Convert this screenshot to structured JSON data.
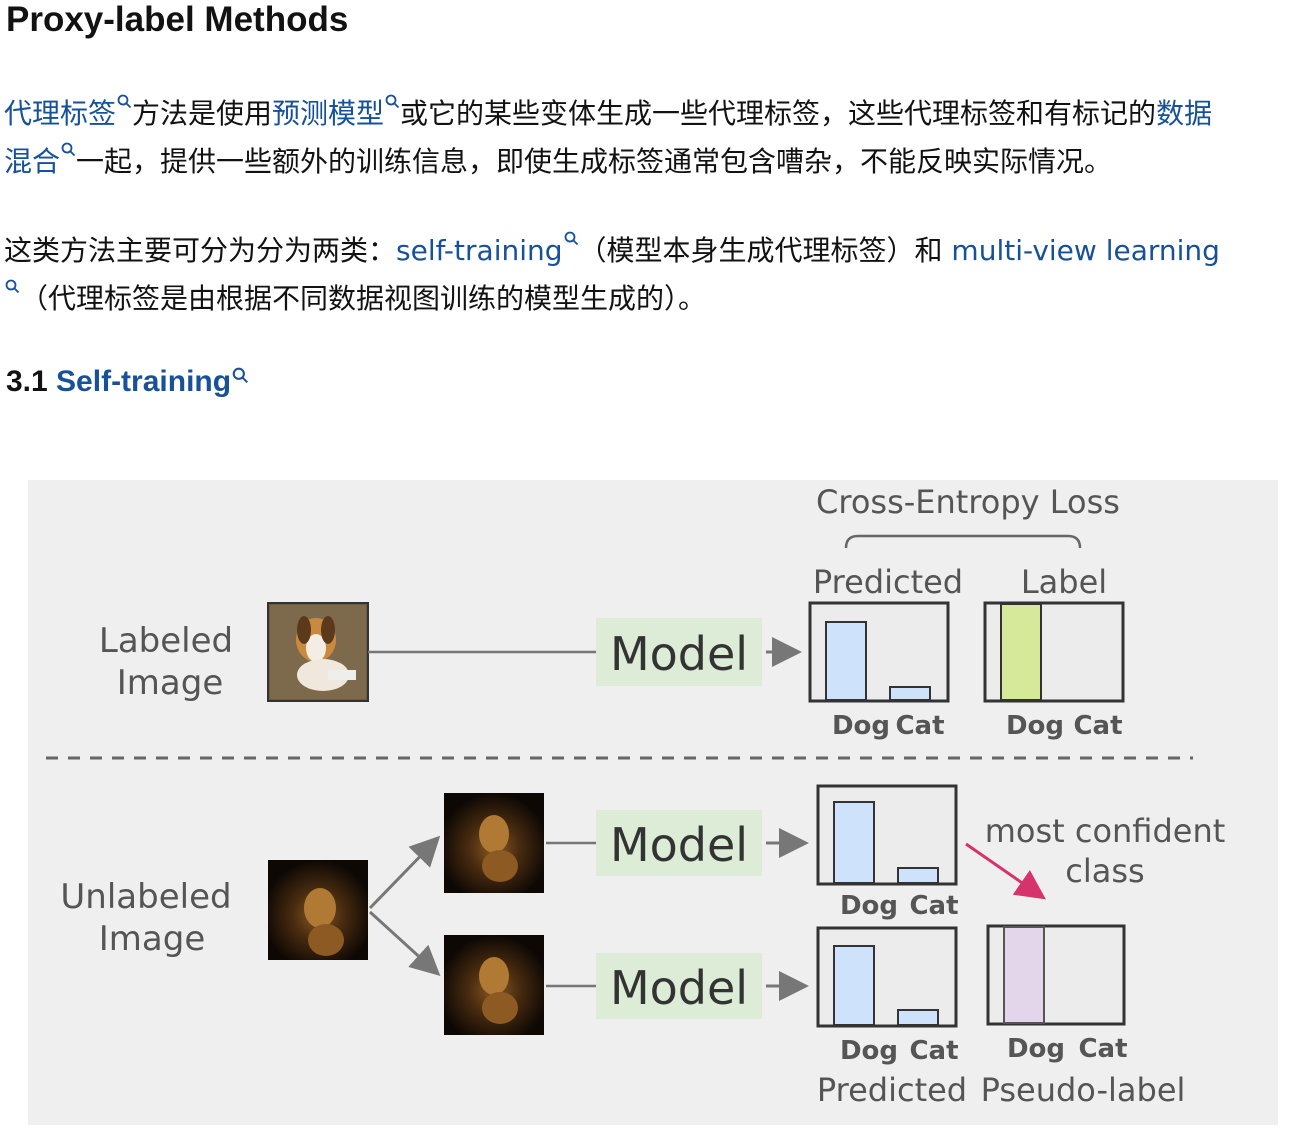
{
  "title": "Proxy-label Methods",
  "p1": {
    "link1": "代理标签",
    "t1": "方法是使用",
    "link2": "预测模型",
    "t2": "或它的某些变体生成一些代理标签，这些代理标签和有标记的",
    "link3a": "数据",
    "link3b": "混合",
    "t3": "一起，提供一些额外的训练信息，即使生成标签通常包含嘈杂，不能反映实际情况。"
  },
  "p2": {
    "t1": "这类方法主要可分为分为两类：",
    "link1": "self-training",
    "t2": "（模型本身生成代理标签）和 ",
    "link2": "multi-view learning",
    "t3": "（代理标签是由根据不同数据视图训练的模型生成的）。"
  },
  "section": {
    "number": "3.1 ",
    "link": "Self-training"
  },
  "figure": {
    "cross_entropy": "Cross-Entropy Loss",
    "predicted": "Predicted",
    "label": "Label",
    "labeled_line1": "Labeled",
    "labeled_line2": "Image",
    "unlabeled_line1": "Unlabeled",
    "unlabeled_line2": "Image",
    "model": "Model",
    "dog": "Dog",
    "cat": "Cat",
    "most_confident_1": "most confident",
    "most_confident_2": "class",
    "predicted_bottom": "Predicted",
    "pseudo_label": "Pseudo-label",
    "colors": {
      "model_box": "#dcecd6",
      "pred_bar": "#cfe2fb",
      "label_bar": "#d6e89a",
      "pseudo_bar": "#e3d6ea",
      "arrow_pink": "#d6336c"
    }
  }
}
